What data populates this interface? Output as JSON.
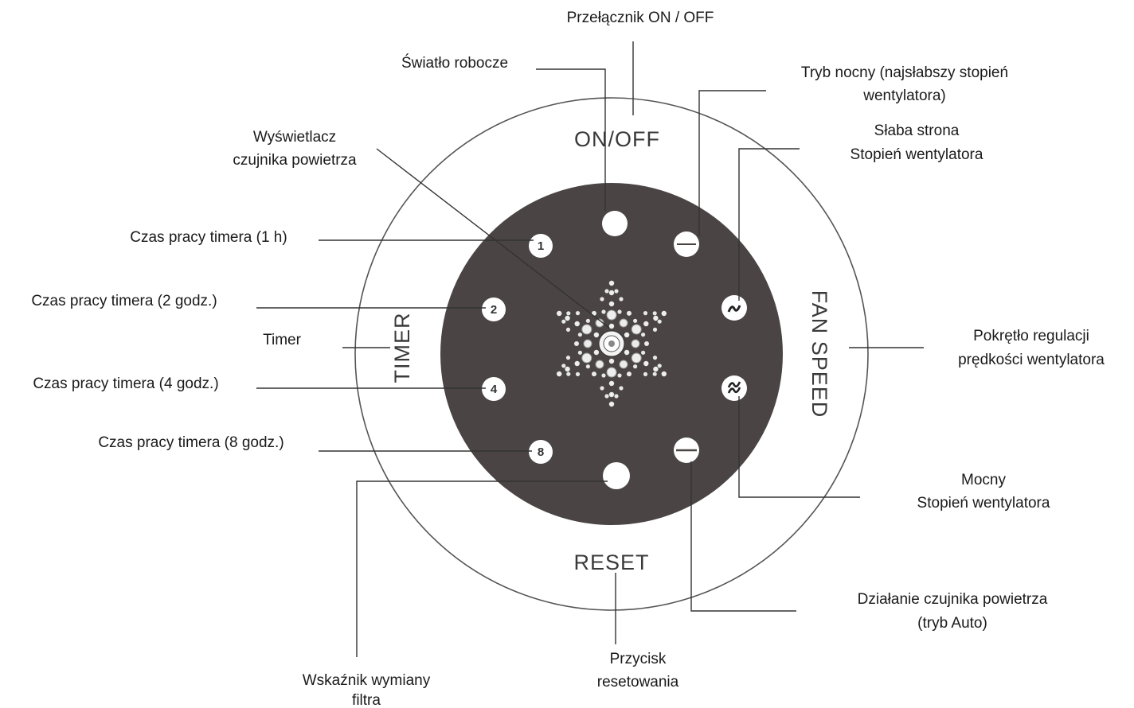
{
  "panel": {
    "top_text": "ON/OFF",
    "bottom_text": "RESET",
    "left_text": "TIMER",
    "right_text": "FAN SPEED",
    "buttons": {
      "timer_1": "1",
      "timer_2": "2",
      "timer_4": "4",
      "timer_8": "8"
    },
    "colors": {
      "dial": "#4a4444",
      "button": "#ffffff",
      "ring": "#555555"
    }
  },
  "labels": {
    "onoff": "Przełącznik ON / OFF",
    "work_light": "Światło robocze",
    "night_mode_1": "Tryb nocny (najsłabszy stopień",
    "night_mode_2": "wentylatora)",
    "weak_1": "Słaba strona",
    "weak_2": "Stopień wentylatora",
    "display_1": "Wyświetlacz",
    "display_2": "czujnika powietrza",
    "timer_1h": "Czas pracy timera (1 h)",
    "timer_2h": "Czas pracy timera (2 godz.)",
    "timer": "Timer",
    "timer_4h": "Czas pracy timera (4 godz.)",
    "timer_8h": "Czas pracy timera (8 godz.)",
    "knob_1": "Pokrętło regulacji",
    "knob_2": "prędkości wentylatora",
    "strong_1": "Mocny",
    "strong_2": "Stopień wentylatora",
    "sensor_1": "Działanie czujnika powietrza",
    "sensor_2": "(tryb Auto)",
    "reset_1": "Przycisk",
    "reset_2": "resetowania",
    "filter_1": "Wskaźnik wymiany",
    "filter_2": "filtra"
  }
}
